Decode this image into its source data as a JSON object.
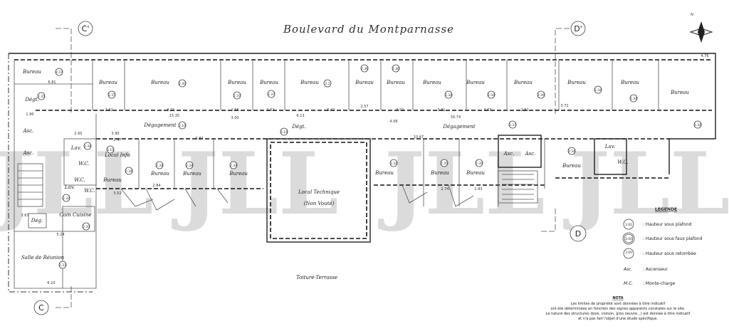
{
  "street": "Boulevard du Montparnasse",
  "watermark": "JLL",
  "sections": {
    "c_prime": "C'",
    "d_prime": "D'",
    "d": "D",
    "c": "C"
  },
  "north": "N",
  "rooms": {
    "r0": {
      "label": "Bureau",
      "height": "2.37"
    },
    "r1": {
      "label": "Dégt.",
      "height": "2.35"
    },
    "r2": {
      "label": "Bureau",
      "height": "2.37"
    },
    "r3": {
      "label": "Bureau",
      "height": "2.30"
    },
    "r4": {
      "label": "Bureau",
      "height": "2.37"
    },
    "r5": {
      "label": "Bureau",
      "height": "2.37"
    },
    "r6": {
      "label": "Bureau",
      "height": "2.3"
    },
    "r7": {
      "label": "Bureau",
      "height": "2.36"
    },
    "r8": {
      "label": "Bureau",
      "height": "2.36"
    },
    "r9": {
      "label": "Bureau",
      "height": "2.34"
    },
    "r10": {
      "label": "Bureau",
      "height": "2.34"
    },
    "r11": {
      "label": "Bureau",
      "height": "2.34"
    },
    "r12": {
      "label": "Bureau",
      "height": "2.34"
    },
    "r13": {
      "label": "Bureau",
      "height": "2.34"
    },
    "r14": {
      "label": "Bureau",
      "height": "2.34"
    },
    "r15": {
      "label": "Dégagement",
      "height": "2.10"
    },
    "r16": {
      "label": "Dégt.",
      "height": "2.14"
    },
    "r17": {
      "label": "Dégagement",
      "height": "2.37"
    },
    "r18": {
      "label": "Lav.",
      "height": "2.39"
    },
    "r19": {
      "label": "Local Info",
      "height": "2.15"
    },
    "r20": {
      "label": "W.C.",
      "height": ""
    },
    "r21": {
      "label": "Bureau",
      "height": "2.34"
    },
    "r22": {
      "label": "Bureau",
      "height": "2.34"
    },
    "r23": {
      "label": "Bureau",
      "height": "2.34"
    },
    "r24": {
      "label": "Bureau",
      "height": "2.34"
    },
    "r25": {
      "label": "Local Technique",
      "sub": "(Non Vouté)"
    },
    "r26": {
      "label": "Bureau",
      "height": "2.32"
    },
    "r27": {
      "label": "Bureau",
      "height": "2.35"
    },
    "r28": {
      "label": "Bureau",
      "height": "2.35"
    },
    "r29": {
      "label": "Asc."
    },
    "r30": {
      "label": "Asc."
    },
    "r31": {
      "label": "Bureau",
      "height": "2.34"
    },
    "r32": {
      "label": "Lav."
    },
    "r33": {
      "label": "W.C."
    },
    "r34": {
      "label": "Asc."
    },
    "r35": {
      "label": "Asc."
    },
    "r36": {
      "label": "W.C."
    },
    "r37": {
      "label": "Lav.",
      "height": "2.32"
    },
    "r38": {
      "label": "W.C."
    },
    "r39": {
      "label": "Coin Cuisine",
      "height": "2.35"
    },
    "r40": {
      "label": "Dég.",
      "height": ""
    },
    "r41": {
      "label": "Salle de Réunion",
      "height": "2.33"
    },
    "r42": {
      "label": "Toiture-Terrasse"
    }
  },
  "dimensions": [
    "6.81",
    "2.62",
    "8.21",
    "2.66",
    "2.62",
    "5.42",
    "2.57",
    "3.01",
    "3.81",
    "3.67",
    "2.82",
    "3.72",
    "15.35",
    "3.00",
    "6.13",
    "16.74",
    "4.06",
    "9.84",
    "2.65",
    "3.90",
    "2.47",
    "3.52",
    "2.84",
    "2.74",
    "2.83",
    "3.67",
    "5.24",
    "6.10",
    "4.76",
    "1.90",
    "10.47"
  ],
  "legend": {
    "title": "LEGENDE",
    "items": [
      {
        "symbol": "3.00",
        "text": ": Hauteur sous plafond"
      },
      {
        "symbol": "3.00",
        "text": ": Hauteur sous faux plafond"
      },
      {
        "symbol": "3.00",
        "text": ": Hauteur sous retombée"
      },
      {
        "symbol": "Asc.",
        "text": ": Ascenseur"
      },
      {
        "symbol": "M.C.",
        "text": ": Monte-charge"
      }
    ]
  },
  "note": {
    "title": "NOTA",
    "lines": [
      "Les limites de propriété sont données à titre indicatif",
      "ont été déterminées en fonction des signes apparents constatés sur le site.",
      "La nature des structures (bois, cloison, gros oeuvre...) est donnée à titre indicatif",
      "et n'a pas fait l'objet d'une étude spécifique."
    ]
  }
}
